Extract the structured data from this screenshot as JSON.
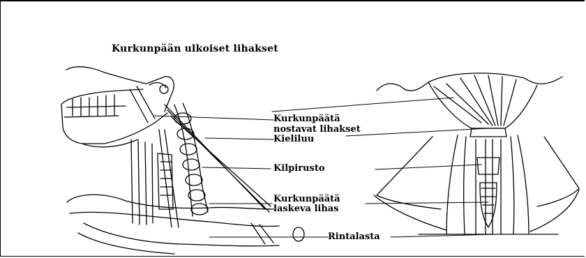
{
  "title": "Kurkunpään ulkoiset lihakset",
  "labels": {
    "raising_line1": "Kurkunpäätä",
    "raising_line2": "nostavat lihakset",
    "hyoid": "Kieliluu",
    "thyroid": "Kilpirusto",
    "lowering_line1": "Kurkunpäätä",
    "lowering_line2": "laskeva lihas",
    "sternum": "Rintalasta"
  },
  "colors": {
    "ink": "#000000",
    "background": "#ffffff"
  }
}
